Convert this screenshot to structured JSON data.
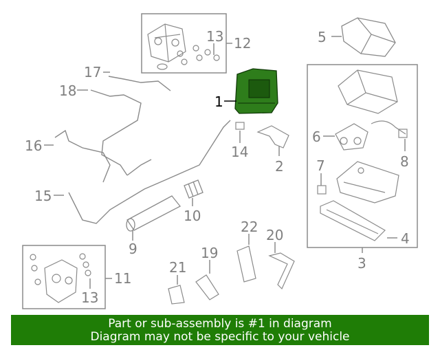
{
  "callouts": {
    "c1": "1",
    "c2": "2",
    "c3": "3",
    "c4": "4",
    "c5": "5",
    "c6": "6",
    "c7": "7",
    "c8": "8",
    "c9": "9",
    "c10": "10",
    "c11": "11",
    "c12": "12",
    "c13a": "13",
    "c13b": "13",
    "c14": "14",
    "c15": "15",
    "c16": "16",
    "c17": "17",
    "c18": "18",
    "c19": "19",
    "c20": "20",
    "c21": "21",
    "c22": "22"
  },
  "colors": {
    "highlight_part": "#2e7d1b",
    "line_art": "#8a8a8a",
    "footer_bg": "#1f7d06"
  },
  "footer": {
    "line1": "Part or sub-assembly is #1 in diagram",
    "line2": "Diagram may not be specific to your vehicle"
  }
}
